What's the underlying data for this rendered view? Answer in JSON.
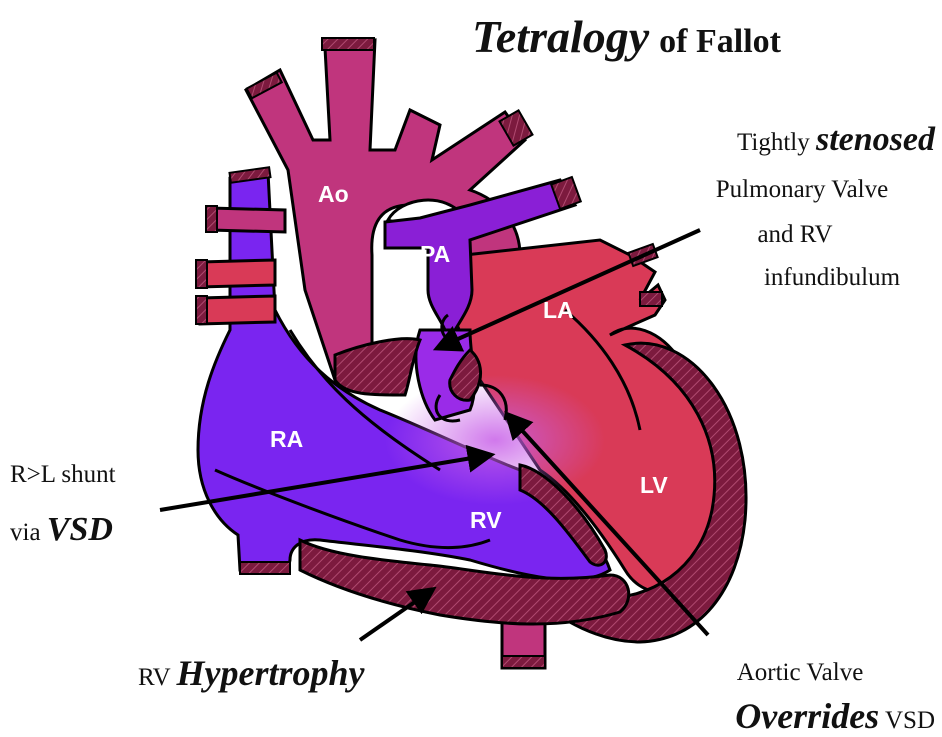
{
  "title": {
    "main": "Tetralogy",
    "rest": "of Fallot"
  },
  "labels": {
    "ao": "Ao",
    "pa": "PA",
    "la": "LA",
    "ra": "RA",
    "rv": "RV",
    "lv": "LV"
  },
  "annotations": {
    "stenosis": {
      "line1_a": "Tightly ",
      "line1_b": "stenosed",
      "line2": "Pulmonary Valve",
      "line3": "and RV",
      "line4": "infundibulum"
    },
    "shunt": {
      "line1": "R>L shunt",
      "line2_a": "via ",
      "line2_b": "VSD"
    },
    "hypertrophy": {
      "a": "RV ",
      "b": "Hypertrophy"
    },
    "override": {
      "line1": "Aortic Valve",
      "line2_a": "Overrides",
      "line2_b": " VSD"
    }
  },
  "colors": {
    "aorta": "#c0357d",
    "pulmonary_artery": "#8a1fd6",
    "left_heart": "#d93a57",
    "right_heart": "#7a25f0",
    "myocardium": "#7c1a3e",
    "outline": "#000000"
  }
}
